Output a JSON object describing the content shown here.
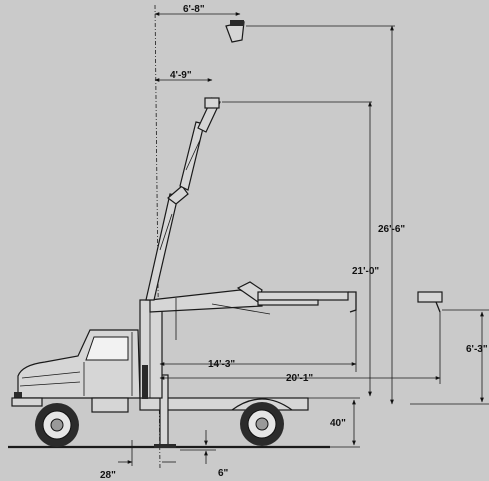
{
  "dimensions": {
    "reach_upper": "6'-8\"",
    "reach_mid": "4'-9\"",
    "height_max": "26'-6\"",
    "height_mid": "21'-0\"",
    "reach_horizontal_short": "14'-3\"",
    "reach_horizontal_long": "20'-1\"",
    "height_low": "6'-3\"",
    "bed_height": "40\"",
    "offset_28": "28\"",
    "offset_6": "6\""
  }
}
